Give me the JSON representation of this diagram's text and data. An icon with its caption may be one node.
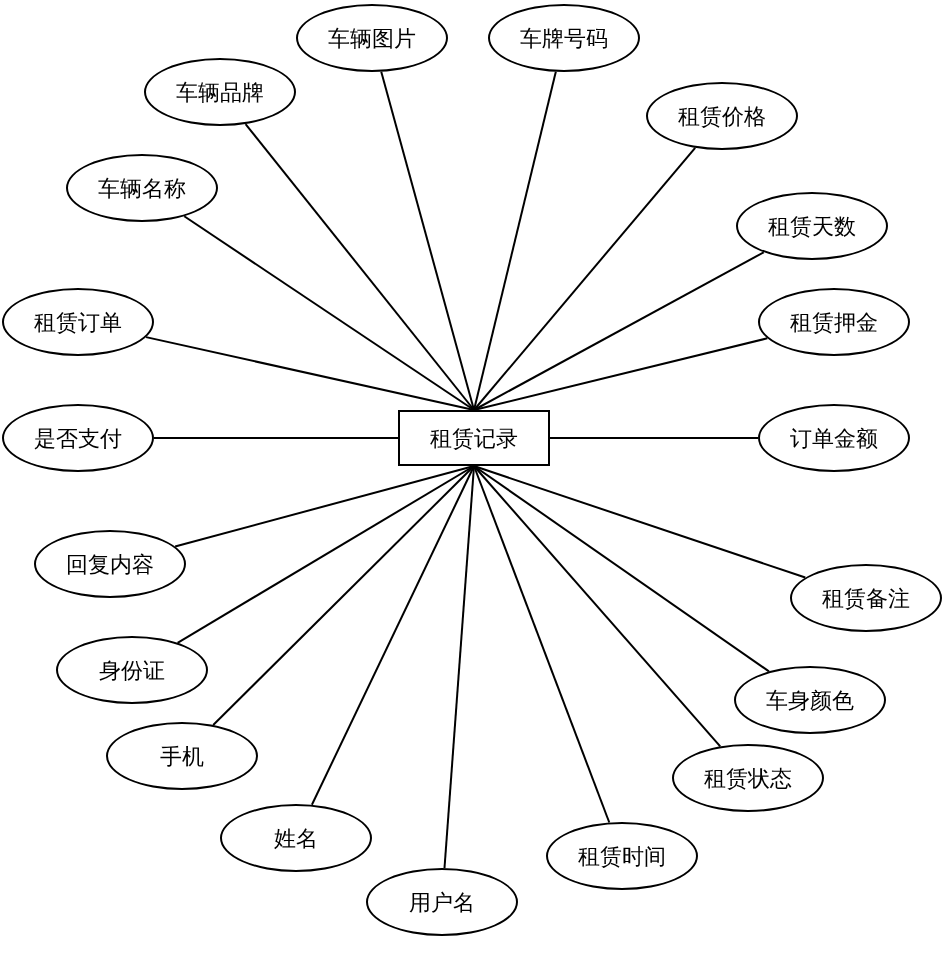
{
  "diagram": {
    "nodes": [
      {
        "text": [
          "租赁记录"
        ]
      },
      {
        "text": [
          "车辆图片"
        ]
      },
      {
        "text": [
          "车牌号码"
        ]
      },
      {
        "text": [
          "车辆品牌"
        ]
      },
      {
        "text": [
          "租赁价格"
        ]
      },
      {
        "text": [
          "车辆名称"
        ]
      },
      {
        "text": [
          "租赁天数"
        ]
      },
      {
        "text": [
          "租赁订单"
        ]
      },
      {
        "text": [
          "租赁押金"
        ]
      },
      {
        "text": [
          "是否支付"
        ]
      },
      {
        "text": [
          "订单金额"
        ]
      },
      {
        "text": [
          "回复内容"
        ]
      },
      {
        "text": [
          "租赁备注"
        ]
      },
      {
        "text": [
          "身份证"
        ]
      },
      {
        "text": [
          "车身颜色"
        ]
      },
      {
        "text": [
          "手机"
        ]
      },
      {
        "text": [
          "租赁状态"
        ]
      },
      {
        "text": [
          "姓名"
        ]
      },
      {
        "text": [
          "租赁时间"
        ]
      },
      {
        "text": [
          "用户名"
        ]
      }
    ],
    "edges": [
      {
        "from": 0,
        "to": 1,
        "arrow": "none"
      },
      {
        "from": 0,
        "to": 2,
        "arrow": "none"
      },
      {
        "from": 0,
        "to": 3,
        "arrow": "none"
      },
      {
        "from": 0,
        "to": 4,
        "arrow": "none"
      },
      {
        "from": 0,
        "to": 5,
        "arrow": "none"
      },
      {
        "from": 0,
        "to": 6,
        "arrow": "none"
      },
      {
        "from": 0,
        "to": 7,
        "arrow": "none"
      },
      {
        "from": 0,
        "to": 8,
        "arrow": "none"
      },
      {
        "from": 0,
        "to": 9,
        "arrow": "none"
      },
      {
        "from": 0,
        "to": 10,
        "arrow": "none"
      },
      {
        "from": 0,
        "to": 11,
        "arrow": "none"
      },
      {
        "from": 0,
        "to": 12,
        "arrow": "none"
      },
      {
        "from": 0,
        "to": 13,
        "arrow": "none"
      },
      {
        "from": 0,
        "to": 14,
        "arrow": "none"
      },
      {
        "from": 0,
        "to": 15,
        "arrow": "none"
      },
      {
        "from": 0,
        "to": 16,
        "arrow": "none"
      },
      {
        "from": 0,
        "to": 17,
        "arrow": "none"
      },
      {
        "from": 0,
        "to": 18,
        "arrow": "none"
      },
      {
        "from": 0,
        "to": 19,
        "arrow": "none"
      }
    ]
  }
}
